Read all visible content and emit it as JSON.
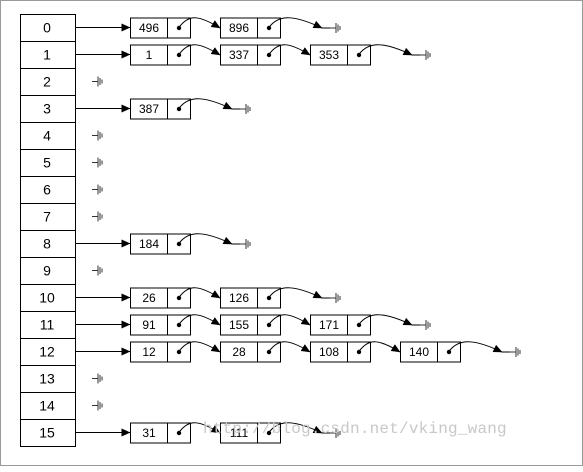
{
  "buckets": [
    {
      "index": "0",
      "values": [
        "496",
        "896"
      ]
    },
    {
      "index": "1",
      "values": [
        "1",
        "337",
        "353"
      ]
    },
    {
      "index": "2",
      "values": []
    },
    {
      "index": "3",
      "values": [
        "387"
      ]
    },
    {
      "index": "4",
      "values": []
    },
    {
      "index": "5",
      "values": []
    },
    {
      "index": "6",
      "values": []
    },
    {
      "index": "7",
      "values": []
    },
    {
      "index": "8",
      "values": [
        "184"
      ]
    },
    {
      "index": "9",
      "values": []
    },
    {
      "index": "10",
      "values": [
        "26",
        "126"
      ]
    },
    {
      "index": "11",
      "values": [
        "91",
        "155",
        "171"
      ]
    },
    {
      "index": "12",
      "values": [
        "12",
        "28",
        "108",
        "140"
      ]
    },
    {
      "index": "13",
      "values": []
    },
    {
      "index": "14",
      "values": []
    },
    {
      "index": "15",
      "values": [
        "31",
        "111"
      ]
    }
  ],
  "watermark": "http://blog.csdn.net/vking_wang",
  "colors": {
    "line": "#000000",
    "box_border": "#000000",
    "ground": "#333333",
    "watermark": "#c8c8c8"
  }
}
